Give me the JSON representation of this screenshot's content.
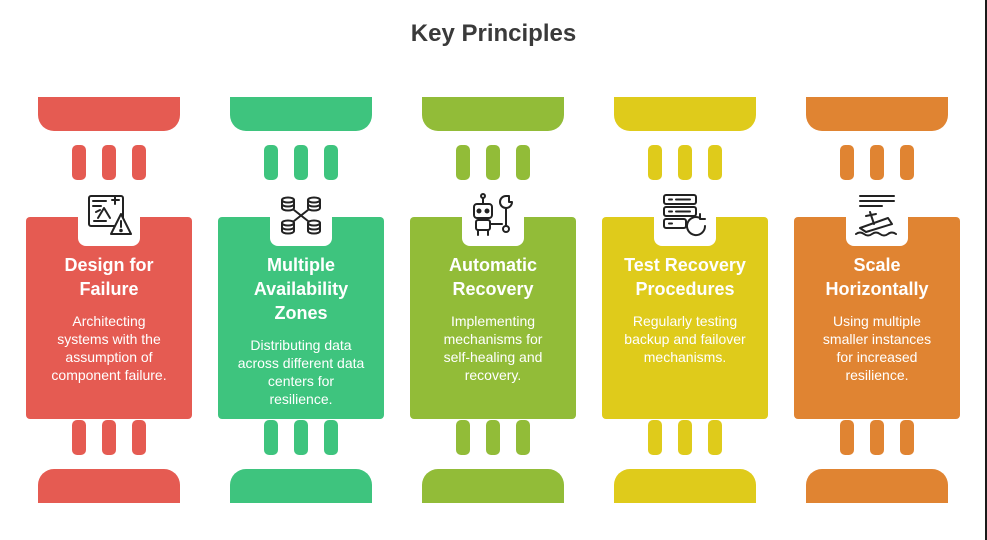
{
  "title": "Key Principles",
  "principles": [
    {
      "heading_line1": "Design for",
      "heading_line2": "Failure",
      "heading_line3": "",
      "desc_lines": [
        "Architecting",
        "systems with the",
        "assumption of",
        "component failure."
      ],
      "icon": "blueprint-warning-icon",
      "color": "#e55b52"
    },
    {
      "heading_line1": "Multiple",
      "heading_line2": "Availability",
      "heading_line3": "Zones",
      "desc_lines": [
        "Distributing data",
        "across different data",
        "centers for",
        "resilience."
      ],
      "icon": "database-network-icon",
      "color": "#3ec47e"
    },
    {
      "heading_line1": "Automatic",
      "heading_line2": "Recovery",
      "heading_line3": "",
      "desc_lines": [
        "Implementing",
        "mechanisms for",
        "self-healing and",
        "recovery."
      ],
      "icon": "robot-wrench-icon",
      "color": "#92bc38"
    },
    {
      "heading_line1": "Test Recovery",
      "heading_line2": "Procedures",
      "heading_line3": "",
      "desc_lines": [
        "Regularly testing",
        "backup and failover",
        "mechanisms.",
        ""
      ],
      "icon": "server-refresh-icon",
      "color": "#dfcb1b"
    },
    {
      "heading_line1": "Scale",
      "heading_line2": "Horizontally",
      "heading_line3": "",
      "desc_lines": [
        "Using multiple",
        "smaller instances",
        "for increased",
        "resilience."
      ],
      "icon": "sinking-ship-icon",
      "color": "#e08432"
    }
  ]
}
